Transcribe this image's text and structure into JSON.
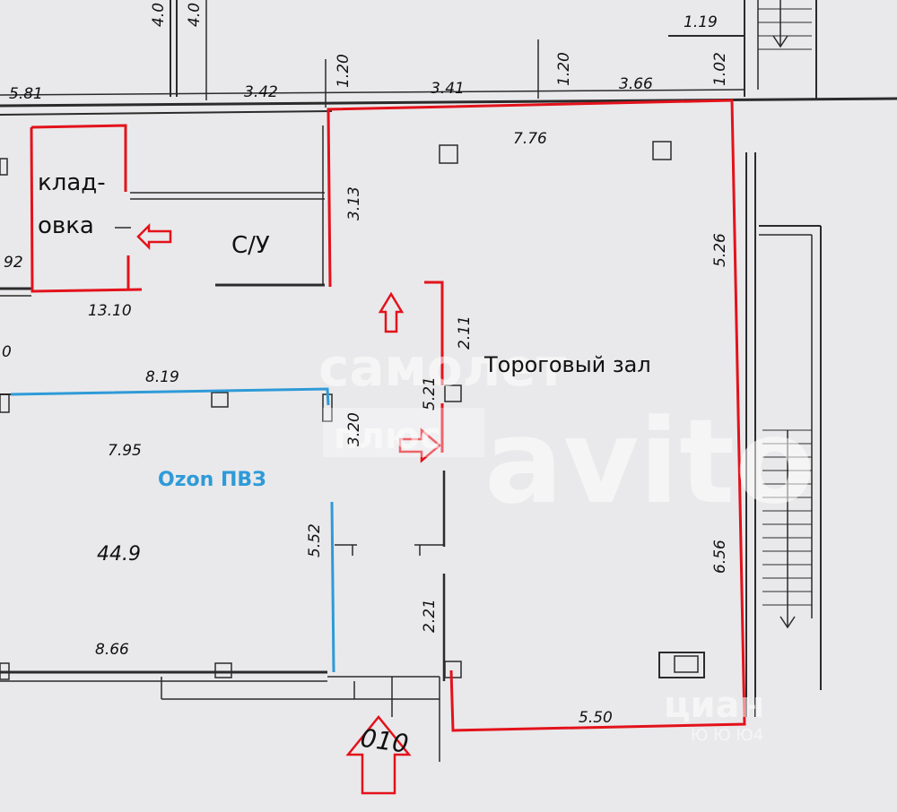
{
  "rooms": {
    "storage": "клад-\nовка",
    "storage_line1": "клад-",
    "storage_line2": "овка",
    "bathroom": "С/У",
    "sales_hall": "Тороговый зал",
    "ozon": "Ozon ПВЗ",
    "area": "44.9",
    "ozon_number": "010"
  },
  "dimensions": {
    "top_left": "5.81",
    "top_342": "3.42",
    "top_120a": "1.20",
    "top_341": "3.41",
    "top_120b": "1.20",
    "top_366": "3.66",
    "top_102": "1.02",
    "top_119": "1.19",
    "top_40a": "4.0",
    "top_40b": "4.0",
    "hall_top": "7.76",
    "hall_right_top": "5.26",
    "hall_right_bottom": "6.56",
    "hall_bottom": "5.50",
    "bath_vertical": "3.13",
    "partition_upper": "2.11",
    "partition_mid": "5.21",
    "partition_lower": "2.21",
    "row_1310": "13.10",
    "left_92": "92",
    "left_0": "0",
    "ozon_top": "8.19",
    "ozon_right_upper": "3.20",
    "ozon_inner": "7.95",
    "ozon_right_lower": "5.52",
    "ozon_bottom": "8.66"
  },
  "watermarks": {
    "samolet": "самолет",
    "pls": "плюс",
    "avito": "avito",
    "cian": "циан",
    "cian_id": "Ю Ю Ю4"
  },
  "colors": {
    "outline_red": "#e3121b",
    "ozon_blue": "#2f9ad8",
    "wall": "#2b2b2b",
    "background": "#e9e9eb"
  }
}
